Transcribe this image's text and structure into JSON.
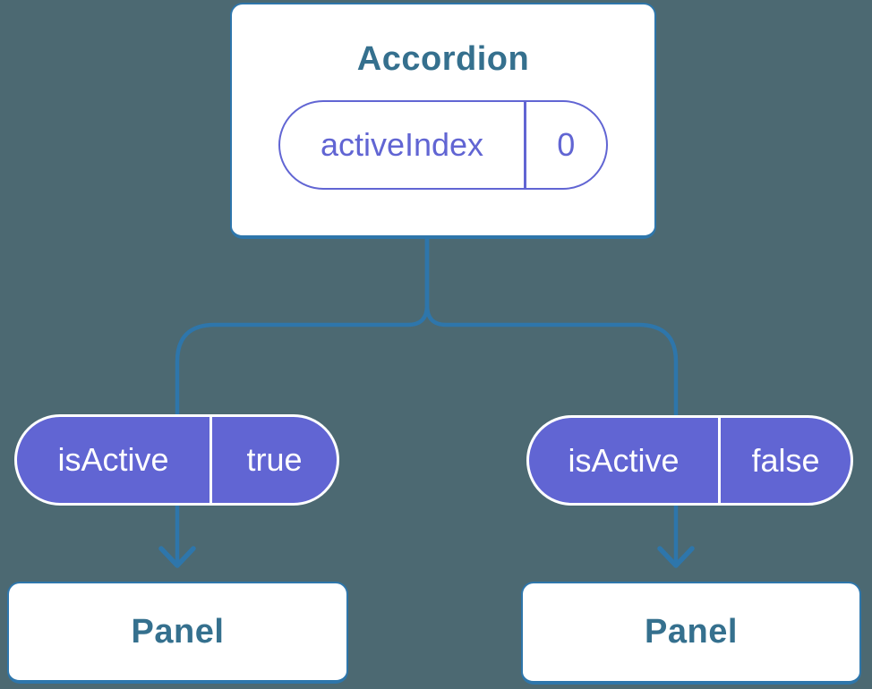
{
  "diagram": {
    "root": {
      "title": "Accordion",
      "state": {
        "name": "activeIndex",
        "value": "0"
      }
    },
    "children": [
      {
        "prop_name": "isActive",
        "prop_value": "true",
        "label": "Panel"
      },
      {
        "prop_name": "isActive",
        "prop_value": "false",
        "label": "Panel"
      }
    ],
    "colors": {
      "background": "#4C6972",
      "connector_blue": "#2E76AB",
      "component_text_blue": "#35708E",
      "state_purple": "#6165D3",
      "pill_text": "#FFFFFF"
    }
  }
}
